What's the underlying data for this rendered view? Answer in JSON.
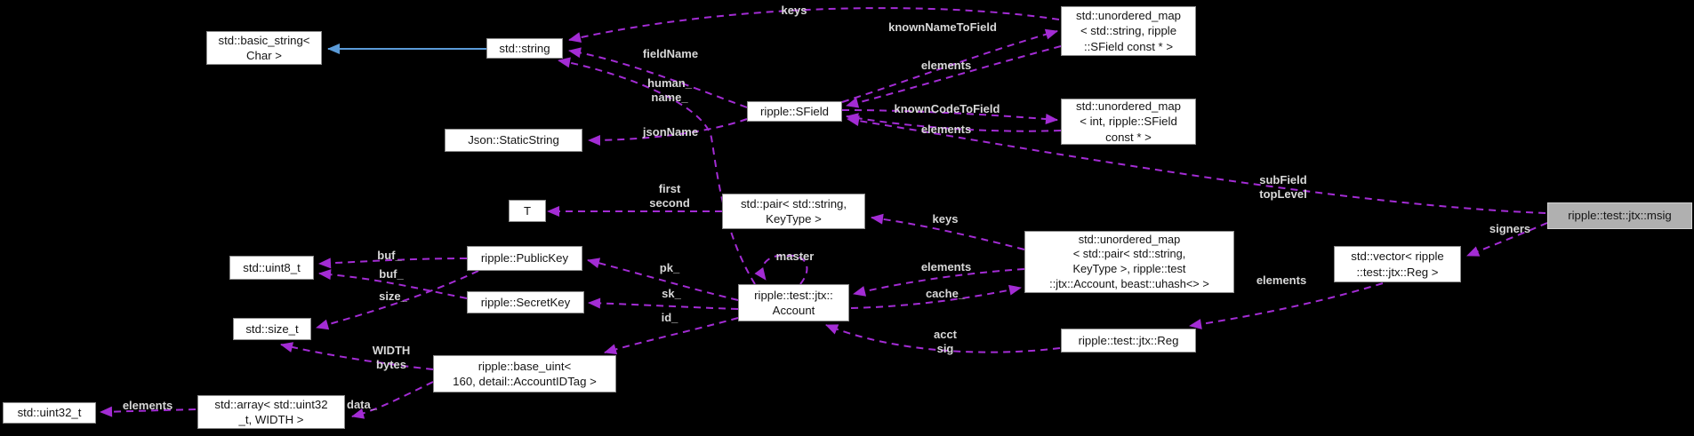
{
  "colors": {
    "background": "#000000",
    "node_fill": "#ffffff",
    "node_border": "#8d8d8d",
    "highlight_fill": "#b0b0b0",
    "highlight_border": "#d2d2d2",
    "text_color": "#141414",
    "edge_color": "#a32cd4",
    "inheritance_color": "#5b9bd8",
    "label_color": "#d8d8d8"
  },
  "nodes": {
    "basic_string": {
      "lines": [
        "std::basic_string<",
        "Char >"
      ]
    },
    "string": {
      "lines": [
        "std::string"
      ]
    },
    "staticstring": {
      "lines": [
        "Json::StaticString"
      ]
    },
    "t": {
      "lines": [
        "T"
      ]
    },
    "sfield": {
      "lines": [
        "ripple::SField"
      ]
    },
    "pair": {
      "lines": [
        "std::pair< std::string,",
        "KeyType >"
      ]
    },
    "publickey": {
      "lines": [
        "ripple::PublicKey"
      ]
    },
    "secretkey": {
      "lines": [
        "ripple::SecretKey"
      ]
    },
    "uint8": {
      "lines": [
        "std::uint8_t"
      ]
    },
    "sizet": {
      "lines": [
        "std::size_t"
      ]
    },
    "account": {
      "lines": [
        "ripple::test::jtx::",
        "Account"
      ]
    },
    "baseuint": {
      "lines": [
        "ripple::base_uint<",
        "160, detail::AccountIDTag >"
      ]
    },
    "array": {
      "lines": [
        "std::array< std::uint32",
        "_t, WIDTH >"
      ]
    },
    "uint32": {
      "lines": [
        "std::uint32_t"
      ]
    },
    "mapstring": {
      "lines": [
        "std::unordered_map",
        "< std::string, ripple",
        "::SField const * >"
      ]
    },
    "mapint": {
      "lines": [
        "std::unordered_map",
        "< int, ripple::SField",
        "const * >"
      ]
    },
    "mappair": {
      "lines": [
        "std::unordered_map",
        "< std::pair< std::string,",
        "KeyType >, ripple::test",
        "::jtx::Account, beast::uhash<> >"
      ]
    },
    "reg": {
      "lines": [
        "ripple::test::jtx::Reg"
      ]
    },
    "vector": {
      "lines": [
        "std::vector< ripple",
        "::test::jtx::Reg >"
      ]
    },
    "msig": {
      "lines": [
        "ripple::test::jtx::msig"
      ]
    }
  },
  "edge_labels": {
    "keys_top": {
      "lines": [
        "keys"
      ]
    },
    "knownNameToField": {
      "lines": [
        "knownNameToField"
      ]
    },
    "fieldName": {
      "lines": [
        "fieldName"
      ]
    },
    "elements_a": {
      "lines": [
        "elements"
      ]
    },
    "human_name": {
      "lines": [
        "human_",
        "name_"
      ]
    },
    "knownCodeToField": {
      "lines": [
        "knownCodeToField"
      ]
    },
    "elements_b": {
      "lines": [
        "elements"
      ]
    },
    "jsonName": {
      "lines": [
        "jsonName"
      ]
    },
    "subField_topLevel": {
      "lines": [
        "subField",
        "topLevel"
      ]
    },
    "first_second": {
      "lines": [
        "first",
        "second"
      ]
    },
    "keys_mid": {
      "lines": [
        "keys"
      ]
    },
    "signers": {
      "lines": [
        "signers"
      ]
    },
    "master": {
      "lines": [
        "master"
      ]
    },
    "elements_c": {
      "lines": [
        "elements"
      ]
    },
    "buf_1": {
      "lines": [
        "buf_"
      ]
    },
    "buf_2": {
      "lines": [
        "buf_"
      ]
    },
    "pk": {
      "lines": [
        "pk_"
      ]
    },
    "elements_d": {
      "lines": [
        "elements"
      ]
    },
    "size": {
      "lines": [
        "size_"
      ]
    },
    "sk": {
      "lines": [
        "sk_"
      ]
    },
    "cache": {
      "lines": [
        "cache_"
      ]
    },
    "id": {
      "lines": [
        "id_"
      ]
    },
    "acct_sig": {
      "lines": [
        "acct",
        "sig"
      ]
    },
    "width_bytes": {
      "lines": [
        "WIDTH",
        "bytes"
      ]
    },
    "elements_e": {
      "lines": [
        "elements"
      ]
    },
    "data": {
      "lines": [
        "data_"
      ]
    }
  },
  "edges": [
    {
      "from": "std::string",
      "to": "std::basic_string< Char >",
      "label": "",
      "type": "public-inheritance"
    },
    {
      "from": "std::unordered_map< std::string, ripple::SField const * >",
      "to": "std::string",
      "label": "keys",
      "type": "usage"
    },
    {
      "from": "ripple::SField",
      "to": "std::string",
      "label": "fieldName",
      "type": "usage"
    },
    {
      "from": "ripple::test::jtx::Account",
      "to": "std::string",
      "label": "human_ name_",
      "type": "usage"
    },
    {
      "from": "ripple::SField",
      "to": "Json::StaticString",
      "label": "jsonName",
      "type": "usage"
    },
    {
      "from": "std::pair< std::string, KeyType >",
      "to": "T",
      "label": "first second",
      "type": "usage"
    },
    {
      "from": "ripple::SField",
      "to": "std::unordered_map< std::string, ripple::SField const * >",
      "label": "knownNameToField",
      "type": "usage"
    },
    {
      "from": "std::unordered_map< std::string, ripple::SField const * >",
      "to": "ripple::SField",
      "label": "elements",
      "type": "usage"
    },
    {
      "from": "ripple::SField",
      "to": "std::unordered_map< int, ripple::SField const * >",
      "label": "knownCodeToField",
      "type": "usage"
    },
    {
      "from": "std::unordered_map< int, ripple::SField const * >",
      "to": "ripple::SField",
      "label": "elements",
      "type": "usage"
    },
    {
      "from": "ripple::test::jtx::msig",
      "to": "ripple::SField",
      "label": "subField topLevel",
      "type": "usage"
    },
    {
      "from": "std::unordered_map< std::pair< std::string, KeyType >, ripple::test::jtx::Account, beast::uhash<> >",
      "to": "std::pair< std::string, KeyType >",
      "label": "keys",
      "type": "usage"
    },
    {
      "from": "std::unordered_map< std::pair< std::string, KeyType >, ripple::test::jtx::Account, beast::uhash<> >",
      "to": "ripple::test::jtx::Account",
      "label": "elements",
      "type": "usage"
    },
    {
      "from": "ripple::test::jtx::Account",
      "to": "std::unordered_map< std::pair< std::string, KeyType >, ripple::test::jtx::Account, beast::uhash<> >",
      "label": "cache_",
      "type": "usage"
    },
    {
      "from": "ripple::test::jtx::msig",
      "to": "std::vector< ripple::test::jtx::Reg >",
      "label": "signers",
      "type": "usage"
    },
    {
      "from": "std::vector< ripple::test::jtx::Reg >",
      "to": "ripple::test::jtx::Reg",
      "label": "elements",
      "type": "usage"
    },
    {
      "from": "ripple::test::jtx::Reg",
      "to": "ripple::test::jtx::Account",
      "label": "acct sig",
      "type": "usage"
    },
    {
      "from": "ripple::test::jtx::Account",
      "to": "ripple::test::jtx::Account",
      "label": "master",
      "type": "usage"
    },
    {
      "from": "ripple::test::jtx::Account",
      "to": "ripple::PublicKey",
      "label": "pk_",
      "type": "usage"
    },
    {
      "from": "ripple::test::jtx::Account",
      "to": "ripple::SecretKey",
      "label": "sk_",
      "type": "usage"
    },
    {
      "from": "ripple::test::jtx::Account",
      "to": "ripple::base_uint< 160, detail::AccountIDTag >",
      "label": "id_",
      "type": "usage"
    },
    {
      "from": "ripple::PublicKey",
      "to": "std::uint8_t",
      "label": "buf_",
      "type": "usage"
    },
    {
      "from": "ripple::SecretKey",
      "to": "std::uint8_t",
      "label": "buf_",
      "type": "usage"
    },
    {
      "from": "ripple::PublicKey",
      "to": "std::size_t",
      "label": "size_",
      "type": "usage"
    },
    {
      "from": "ripple::base_uint< 160, detail::AccountIDTag >",
      "to": "std::size_t",
      "label": "WIDTH bytes",
      "type": "usage"
    },
    {
      "from": "ripple::base_uint< 160, detail::AccountIDTag >",
      "to": "std::array< std::uint32_t, WIDTH >",
      "label": "data_",
      "type": "usage"
    },
    {
      "from": "std::array< std::uint32_t, WIDTH >",
      "to": "std::uint32_t",
      "label": "elements",
      "type": "usage"
    }
  ]
}
